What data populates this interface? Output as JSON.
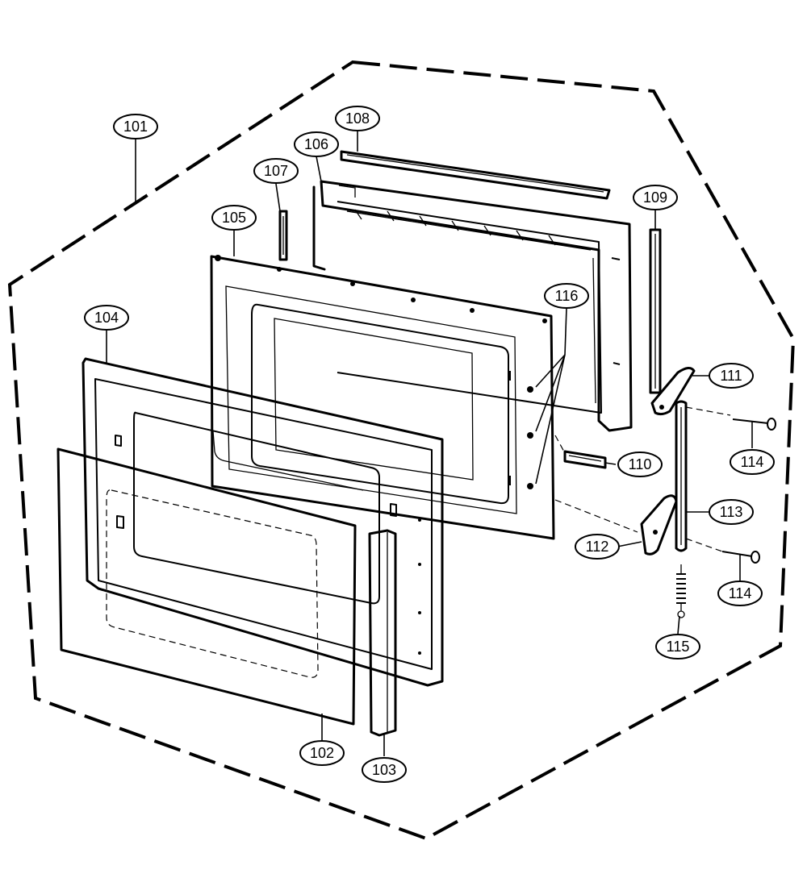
{
  "diagram": {
    "callouts": [
      {
        "id": "c101",
        "label": "101"
      },
      {
        "id": "c102",
        "label": "102"
      },
      {
        "id": "c103",
        "label": "103"
      },
      {
        "id": "c104",
        "label": "104"
      },
      {
        "id": "c105",
        "label": "105"
      },
      {
        "id": "c106",
        "label": "106"
      },
      {
        "id": "c107",
        "label": "107"
      },
      {
        "id": "c108",
        "label": "108"
      },
      {
        "id": "c109",
        "label": "109"
      },
      {
        "id": "c110",
        "label": "110"
      },
      {
        "id": "c111",
        "label": "111"
      },
      {
        "id": "c112",
        "label": "112"
      },
      {
        "id": "c113",
        "label": "113"
      },
      {
        "id": "c114a",
        "label": "114"
      },
      {
        "id": "c114b",
        "label": "114"
      },
      {
        "id": "c115",
        "label": "115"
      },
      {
        "id": "c116",
        "label": "116"
      }
    ]
  }
}
